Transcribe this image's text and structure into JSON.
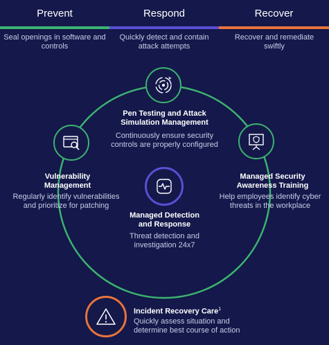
{
  "columns": [
    {
      "label": "Prevent",
      "description": "Seal openings in software and controls",
      "accent": "#3cb371"
    },
    {
      "label": "Respond",
      "description": "Quickly detect and contain attack attempts",
      "accent": "#5b4fd6"
    },
    {
      "label": "Recover",
      "description": "Recover and remediate swiftly",
      "accent": "#e8743b"
    }
  ],
  "services": {
    "pen_testing": {
      "title_line1": "Pen Testing and Attack",
      "title_line2": "Simulation Management",
      "desc_line1": "Continuously ensure security",
      "desc_line2": "controls are properly configured",
      "icon": "target-refresh-icon"
    },
    "vulnerability": {
      "title_line1": "Vulnerability",
      "title_line2": "Management",
      "desc_line1": "Regularly identify vulnerabilities",
      "desc_line2": "and prioritize for patching",
      "icon": "window-magnifier-icon"
    },
    "awareness": {
      "title_line1": "Managed Security",
      "title_line2": "Awareness Training",
      "desc_line1": "Help employees identify cyber",
      "desc_line2": "threats in the workplace",
      "icon": "presentation-shield-icon"
    },
    "mdr": {
      "title_line1": "Managed Detection",
      "title_line2": "and Response",
      "desc_line1": "Threat detection and",
      "desc_line2": "investigation 24x7",
      "icon": "pulse-icon"
    },
    "recovery": {
      "title": "Incident Recovery Care",
      "superscript": "1",
      "desc_line1": "Quickly assess situation and",
      "desc_line2": "determine best course of action",
      "icon": "warning-triangle-icon"
    }
  },
  "colors": {
    "background": "#14184a",
    "green": "#3cb371",
    "purple": "#5b4fd6",
    "orange": "#e8743b"
  }
}
